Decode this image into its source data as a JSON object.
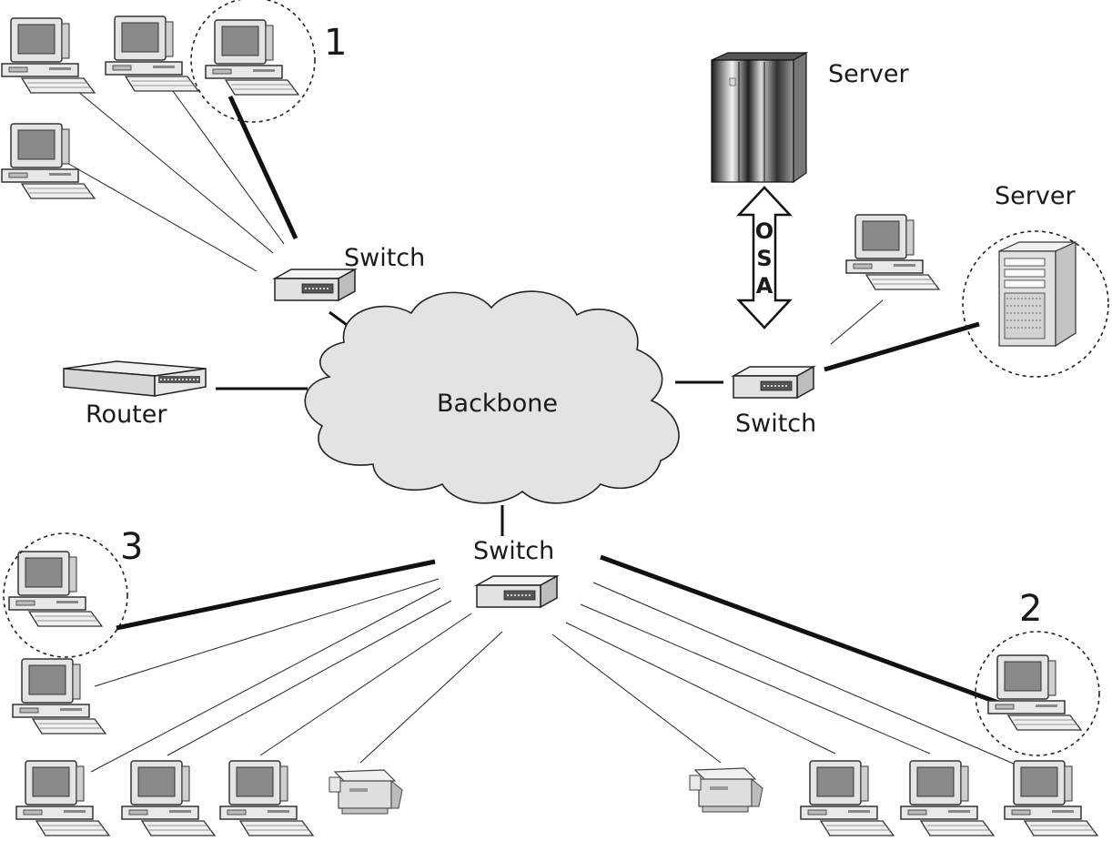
{
  "labels": {
    "server_top": "Server",
    "server_right": "Server",
    "switch_top": "Switch",
    "switch_right": "Switch",
    "switch_bottom": "Switch",
    "router": "Router",
    "backbone": "Backbone",
    "osa": [
      "O",
      "S",
      "A"
    ],
    "callout_1": "1",
    "callout_2": "2",
    "callout_3": "3"
  },
  "icons": {
    "workstation": "desktop-computer-icon",
    "switch": "network-switch-icon",
    "router": "router-icon",
    "mainframe": "mainframe-server-icon",
    "tower_server": "tower-server-icon",
    "printer": "laser-printer-icon",
    "cloud": "backbone-cloud-icon"
  }
}
